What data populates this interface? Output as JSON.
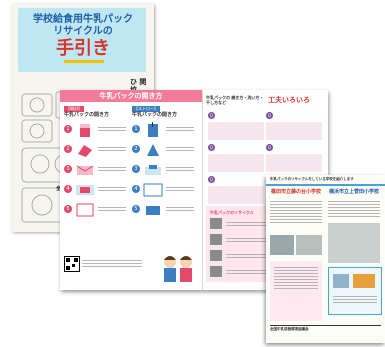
{
  "cover": {
    "title_line1": "学校給食用牛乳パック",
    "title_line2": "リサイクルの",
    "title_main": "手引き",
    "publisher": "ひ 関 協",
    "footer_text": "全国"
  },
  "spread": {
    "left_title": "牛乳パックの開き方",
    "col_left_tag": "【開封】",
    "col_left_title": "牛乳パックの開き方",
    "col_right_tag": "【ストロー】",
    "col_right_title": "牛乳パックの開き方",
    "right_small_label": "牛乳パックの 開き方・洗い方・干し方など",
    "right_title": "工夫いろいろ",
    "pink_title": "牛乳パックのリサイクル"
  },
  "front": {
    "top_text": "牛乳パックのリサイクルをしている学校を紹介します",
    "title_left": "篠田市立藤の台小学校",
    "title_right": "横浜市立上菅田小学校",
    "footer_text": "全国牛乳容器環境協議会"
  }
}
